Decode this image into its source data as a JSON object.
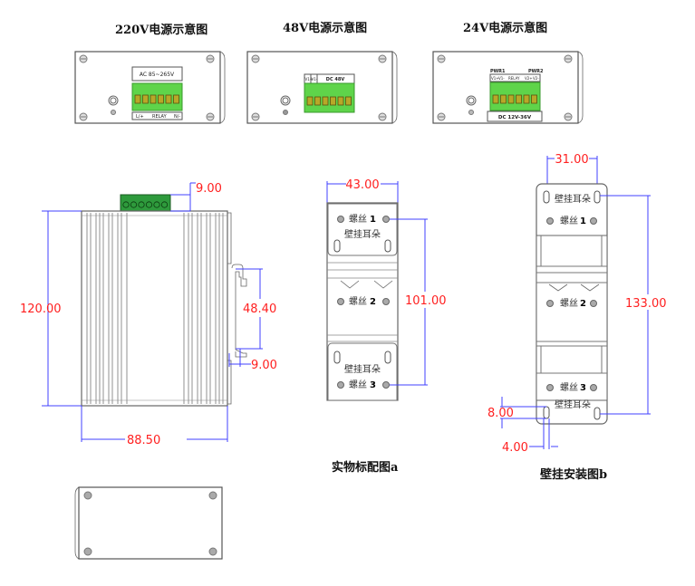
{
  "panels": {
    "p220": {
      "title": "220V电源示意图",
      "label_top": "AC 85~265V",
      "terminal_labels": [
        "L/+",
        "RELAY",
        "N/-"
      ]
    },
    "p48": {
      "title": "48V电源示意图",
      "terminal_labels": [
        "V1+",
        "V1-",
        "DC 48V"
      ]
    },
    "p24": {
      "title": "24V电源示意图",
      "group_labels": [
        "PWR1",
        "PWR2"
      ],
      "terminal_labels": [
        "V1+",
        "V1-",
        "RELAY",
        "V2+",
        "V2-"
      ],
      "label_bottom": "DC 12V-36V"
    }
  },
  "side_view": {
    "dimensions": {
      "height": "120.00",
      "width": "88.50",
      "connector_offset": "9.00",
      "rail_clip": "48.40",
      "rail_offset": "9.00"
    },
    "connector_color": "#2e9a3c"
  },
  "figure_a": {
    "caption": "实物标配图a",
    "width_dim": "43.00",
    "screw_dim": "101.00",
    "screw_labels": [
      {
        "text": "螺丝",
        "num": "1"
      },
      {
        "text": "螺丝",
        "num": "2"
      },
      {
        "text": "螺丝",
        "num": "3"
      }
    ],
    "ear_label": "壁挂耳朵"
  },
  "figure_b": {
    "caption": "壁挂安装图b",
    "hole_spacing_dim": "31.00",
    "hole_vertical_dim": "133.00",
    "slot_height_dim": "8.00",
    "slot_width_dim": "4.00",
    "screw_labels": [
      {
        "text": "螺丝",
        "num": "1"
      },
      {
        "text": "螺丝",
        "num": "2"
      },
      {
        "text": "螺丝",
        "num": "3"
      }
    ],
    "ear_label": "壁挂耳朵"
  },
  "colors": {
    "dimension_text": "#ff2020",
    "dimension_line": "#4040ff",
    "terminal_green": "#5fd44a"
  }
}
